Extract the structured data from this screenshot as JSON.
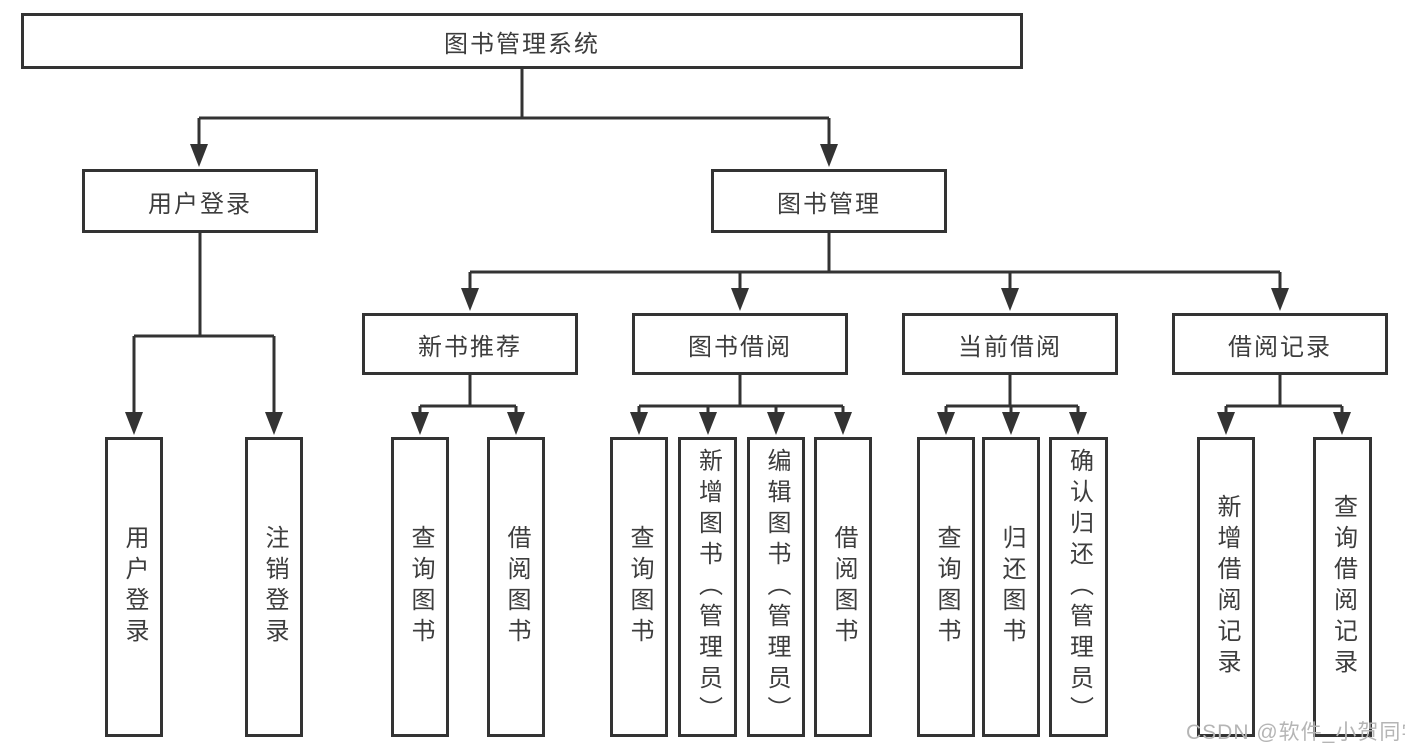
{
  "diagram": {
    "type": "hierarchy-tree",
    "colors": {
      "line": "#333333",
      "box_border": "#333333",
      "text": "#3d3d3d",
      "background": "#ffffff",
      "watermark": "#b5b5b5"
    }
  },
  "tree": {
    "root": {
      "label": "图书管理系统",
      "children": [
        {
          "label": "用户登录",
          "children": [
            {
              "label": "用户登录"
            },
            {
              "label": "注销登录"
            }
          ]
        },
        {
          "label": "图书管理",
          "children": [
            {
              "label": "新书推荐",
              "children": [
                {
                  "label": "查询图书"
                },
                {
                  "label": "借阅图书"
                }
              ]
            },
            {
              "label": "图书借阅",
              "children": [
                {
                  "label": "查询图书"
                },
                {
                  "label": "新增图书（管理员）"
                },
                {
                  "label": "编辑图书（管理员）"
                },
                {
                  "label": "借阅图书"
                }
              ]
            },
            {
              "label": "当前借阅",
              "children": [
                {
                  "label": "查询图书"
                },
                {
                  "label": "归还图书"
                },
                {
                  "label": "确认归还（管理员）"
                }
              ]
            },
            {
              "label": "借阅记录",
              "children": [
                {
                  "label": "新增借阅记录"
                },
                {
                  "label": "查询借阅记录"
                }
              ]
            }
          ]
        }
      ]
    }
  },
  "watermark": "CSDN @软件_小贺同学"
}
